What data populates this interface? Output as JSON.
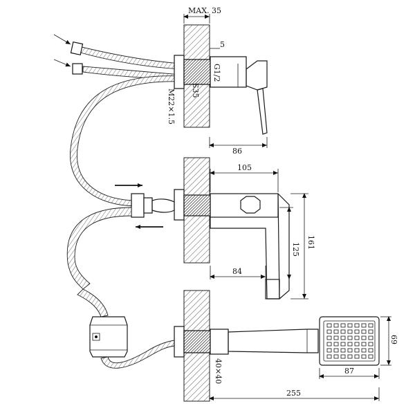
{
  "dimensions": {
    "max_wall": "MAX. 35",
    "gap_5": "5",
    "thread_g12": "G1/2",
    "cut_s": "S35",
    "thread_m22": "M22×1.5",
    "top_length": "86",
    "spout_length": "105",
    "spout_height": "161",
    "spout_drop": "125",
    "spout_bottom": "84",
    "hose_dia": "40×40",
    "head_width": "87",
    "head_height": "69",
    "total_length": "255"
  }
}
